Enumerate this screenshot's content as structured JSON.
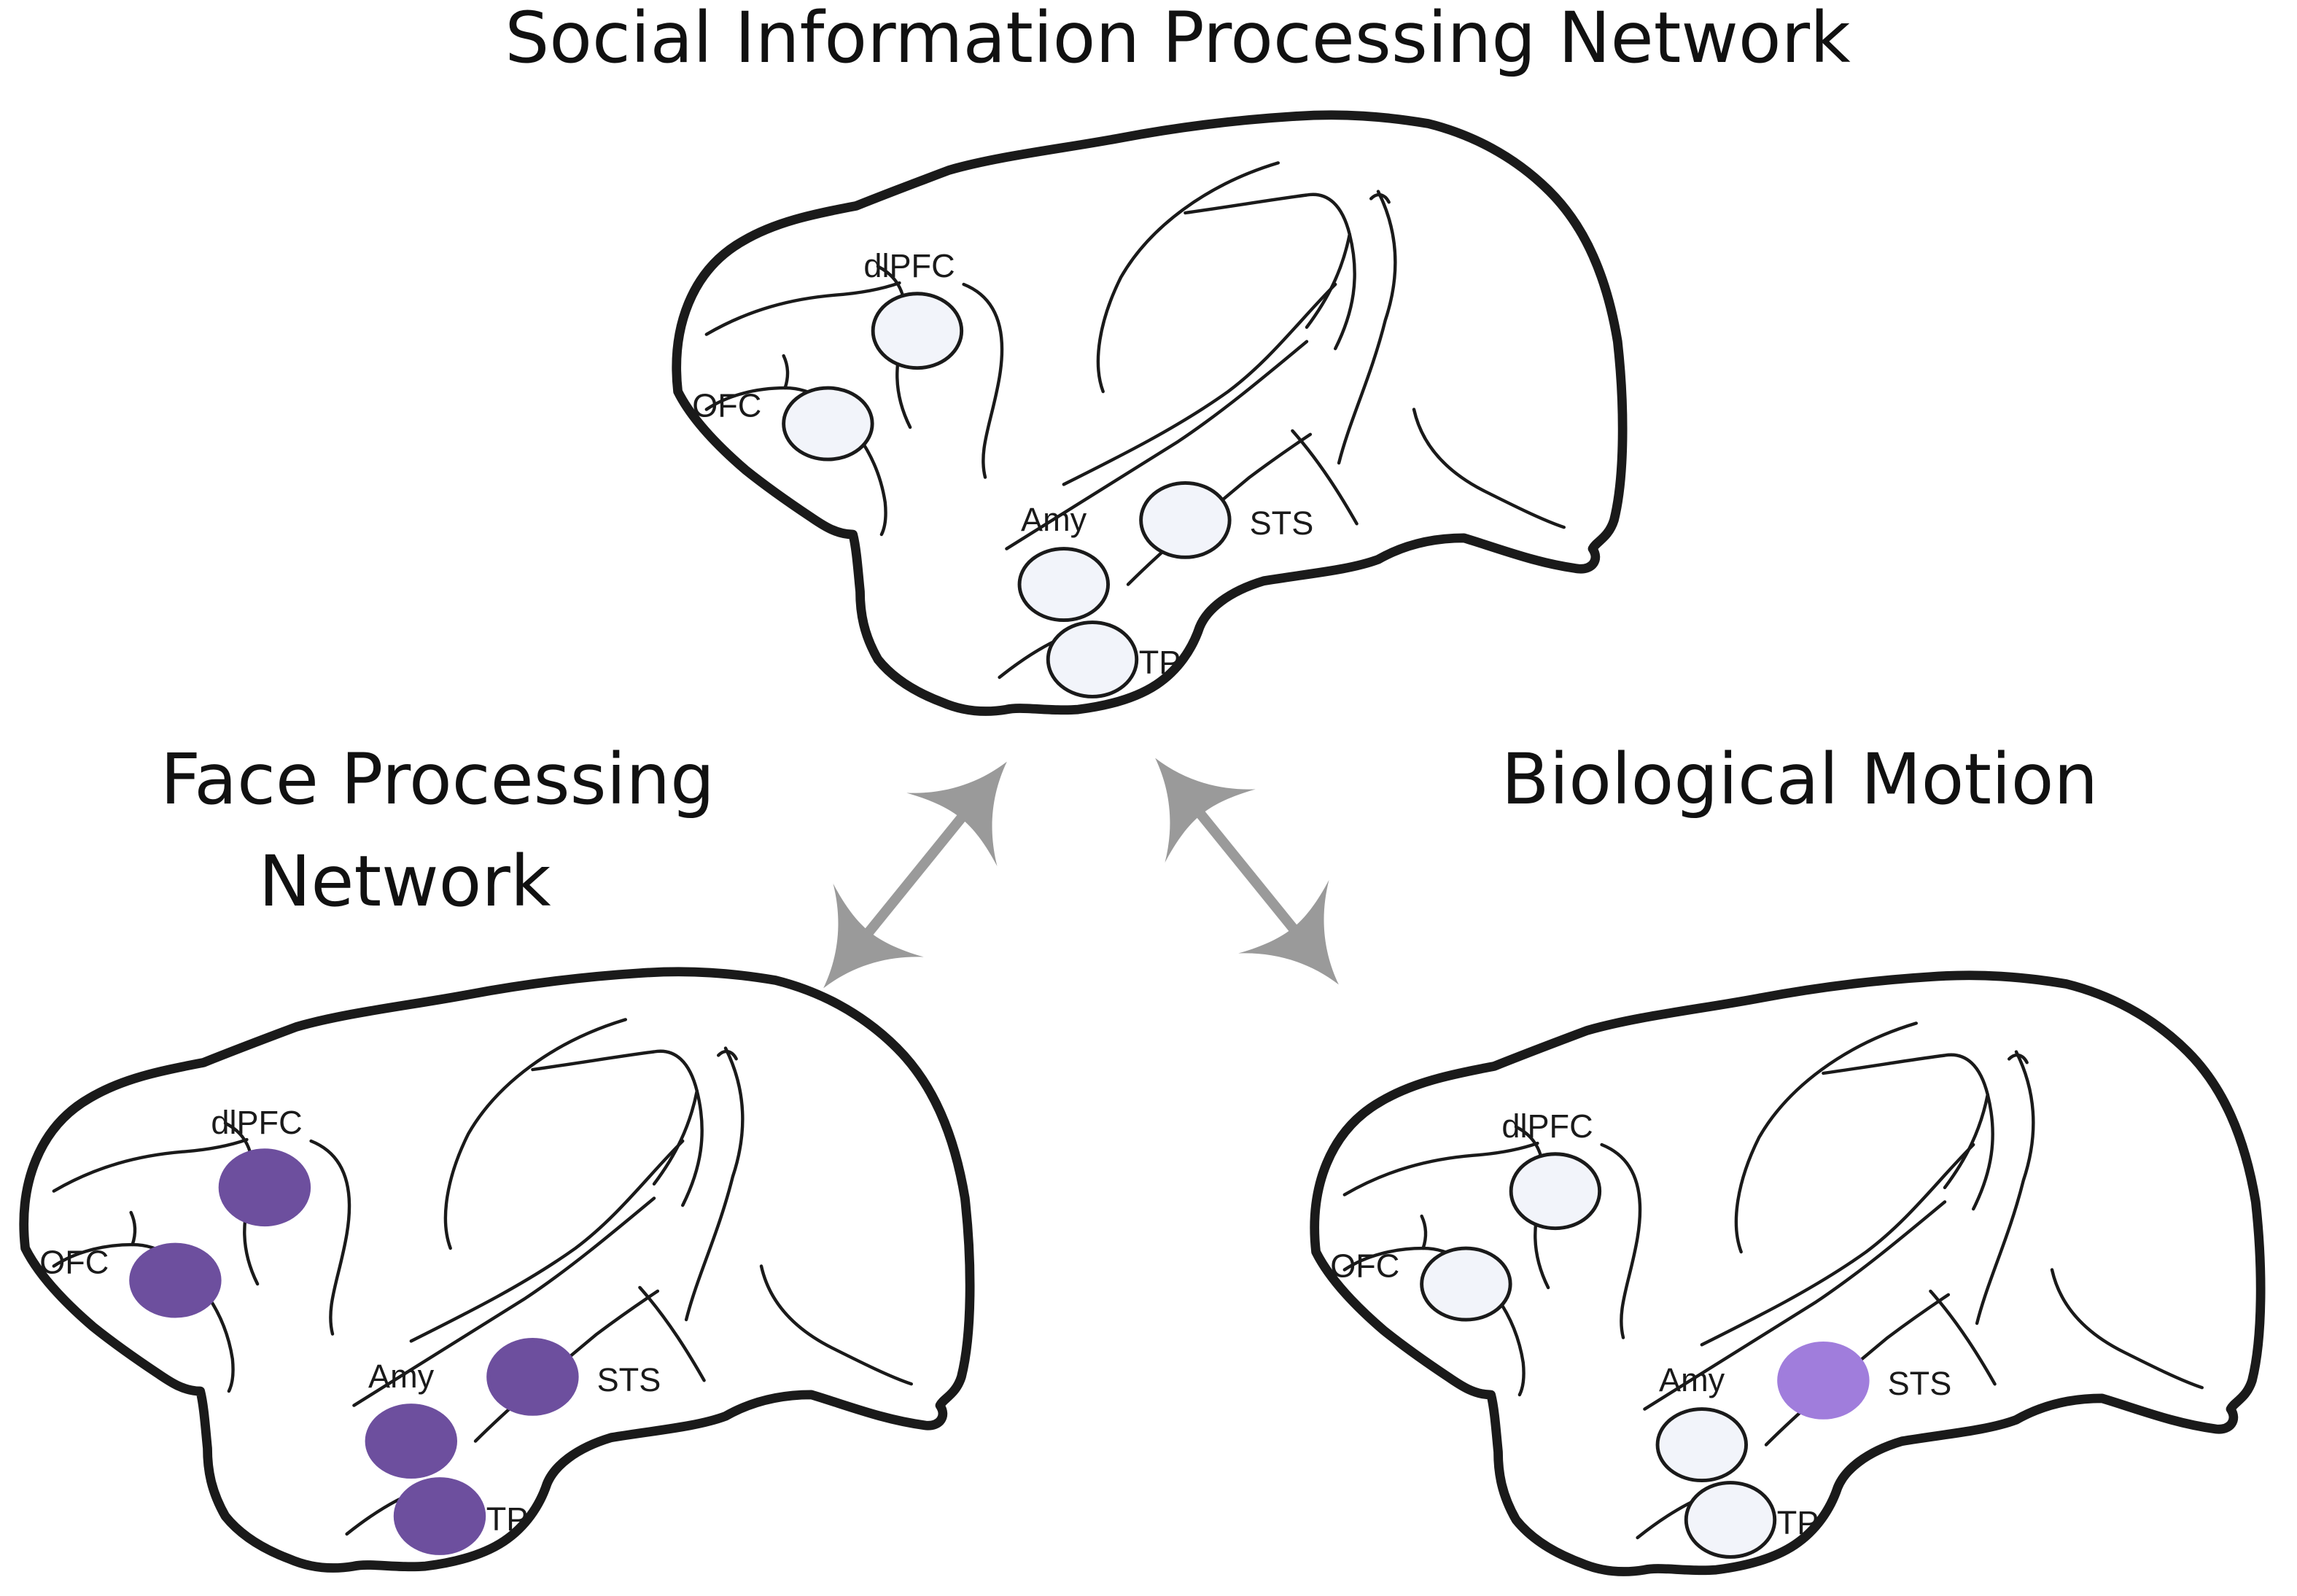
{
  "titles": {
    "top": "Social Information Processing Network",
    "left_line1": "Face Processing",
    "left_line2": "Network",
    "right": "Biological Motion"
  },
  "region_labels": {
    "dlpfc": "dlPFC",
    "ofc": "OFC",
    "amy": "Amy",
    "sts": "STS",
    "tp": "TP"
  },
  "colors": {
    "inactive_fill": "#f2f4fa",
    "inactive_stroke": "#1a1a1a",
    "face_fill": "#6d4f9e",
    "face_stroke": "#6d4f9e",
    "motion_fill": "#a07ddc",
    "motion_stroke": "#a07ddc",
    "arrow": "#9a9a9a"
  },
  "brains": [
    {
      "id": "top",
      "active": {
        "dlpfc": false,
        "ofc": false,
        "amy": false,
        "sts": false,
        "tp": false
      }
    },
    {
      "id": "left",
      "active": {
        "dlpfc": "face",
        "ofc": "face",
        "amy": "face",
        "sts": "face",
        "tp": "face"
      }
    },
    {
      "id": "right",
      "active": {
        "dlpfc": false,
        "ofc": false,
        "amy": false,
        "sts": "motion",
        "tp": false
      }
    }
  ]
}
